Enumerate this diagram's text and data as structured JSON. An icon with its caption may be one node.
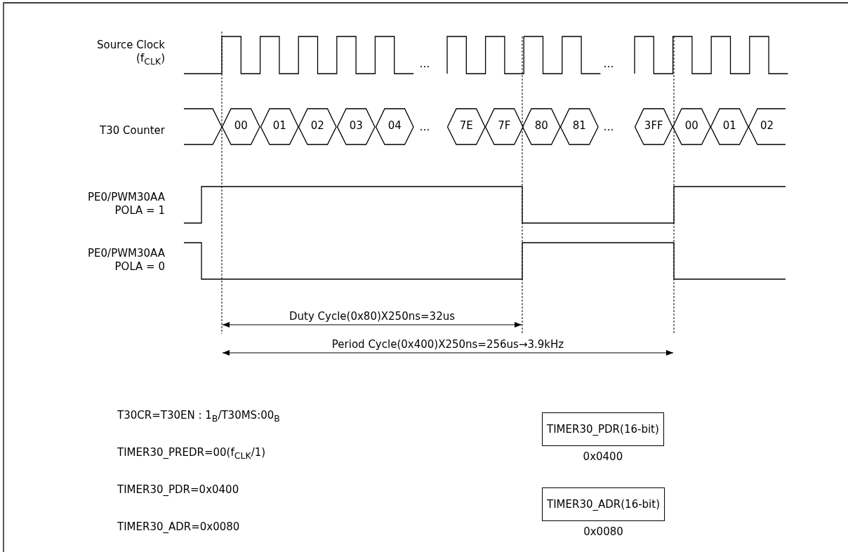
{
  "diagram": {
    "nodes": [
      {
        "text": [
          "00"
        ]
      },
      {
        "text": [
          "01"
        ]
      },
      {
        "text": [
          "02"
        ]
      },
      {
        "text": [
          "03"
        ]
      },
      {
        "text": [
          "04"
        ]
      },
      {
        "text": [
          "7E"
        ]
      },
      {
        "text": [
          "7F"
        ]
      },
      {
        "text": [
          "80"
        ]
      },
      {
        "text": [
          "81"
        ]
      },
      {
        "text": [
          "3FF"
        ]
      },
      {
        "text": [
          "00"
        ]
      },
      {
        "text": [
          "01"
        ]
      },
      {
        "text": [
          "02"
        ]
      },
      {
        "text": [
          "TIMER30_PDR(16-bit)"
        ],
        "beside": [
          "0x0400"
        ]
      },
      {
        "text": [
          "TIMER30_ADR(16-bit)"
        ],
        "beside": [
          "0x0080"
        ]
      }
    ],
    "edges": [],
    "labels": [
      "Source Clock (f$_{CLK}$)",
      "…",
      "…",
      "T30 Counter",
      "…",
      "…",
      "PE0/PWM30AA POLA = 1",
      "PE0/PWM30AA POLA = 0",
      "Duty Cycle(0x80)X250ns=32us",
      "Period Cycle(0x400)X250ns=256us→3.9kHz",
      "T30CR=T30EN : 1$_{B}$/T30MS:00$_{B}$",
      "TIMER30_PREDR=00(f$_{CLK}$/1)",
      "TIMER30_PDR=0x0400",
      "TIMER30_ADR=0x0080"
    ]
  }
}
